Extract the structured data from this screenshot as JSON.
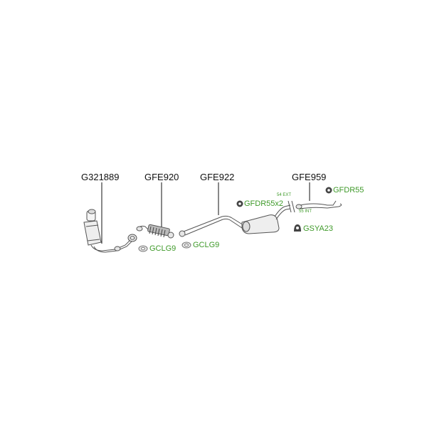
{
  "diagram": {
    "type": "exhaust-system-parts-diagram",
    "parts": [
      {
        "code": "G321889",
        "component": "front-pipe-with-catalytic-converter"
      },
      {
        "code": "GFE920",
        "component": "flexible-front-pipe"
      },
      {
        "code": "GFE922",
        "component": "center-pipe-with-silencer"
      },
      {
        "code": "GFE959",
        "component": "rear-tail-pipe"
      }
    ],
    "accessories": [
      {
        "code": "GCLG9",
        "icon": "gasket-icon"
      },
      {
        "code": "GCLG9",
        "icon": "gasket-icon"
      },
      {
        "code": "GFDR55x2",
        "icon": "rubber-mount-icon"
      },
      {
        "code": "GFDR55",
        "icon": "rubber-mount-icon"
      },
      {
        "code": "GSYA23",
        "icon": "hanger-icon"
      }
    ],
    "joint_notes": {
      "ext": "54 EXT",
      "int": "55 INT"
    },
    "colors": {
      "part_label": "#111111",
      "accessory_label": "#3f9a2a",
      "line": "#555555"
    }
  }
}
